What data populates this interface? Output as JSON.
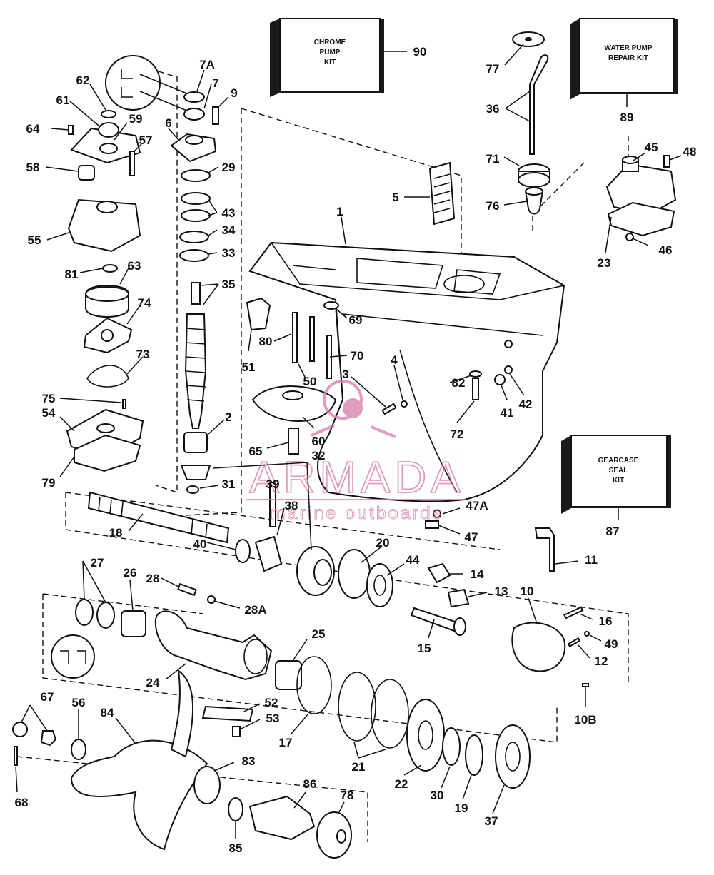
{
  "kits": {
    "chrome_pump": [
      "CHROME",
      "PUMP",
      "KIT"
    ],
    "water_pump": [
      "WATER PUMP",
      "REPAIR KIT"
    ],
    "gearcase_seal": [
      "GEARCASE",
      "SEAL",
      "KIT"
    ]
  },
  "watermark": {
    "brand": "ARMADA",
    "tagline": "marine outboards",
    "color": "#d77aa6"
  },
  "callouts": {
    "c90": "90",
    "c89": "89",
    "c87": "87",
    "c77": "77",
    "c36": "36",
    "c71": "71",
    "c76": "76",
    "c45": "45",
    "c48": "48",
    "c23": "23",
    "c46": "46",
    "c5": "5",
    "c1": "1",
    "c7A": "7A",
    "c7": "7",
    "c9": "9",
    "c62": "62",
    "c61": "61",
    "c59": "59",
    "c64": "64",
    "c6": "6",
    "c57": "57",
    "c58": "58",
    "c29": "29",
    "c43": "43",
    "c34": "34",
    "c33": "33",
    "c55": "55",
    "c81": "81",
    "c63": "63",
    "c35": "35",
    "c74": "74",
    "c73": "73",
    "c51": "51",
    "c80": "80",
    "c69": "69",
    "c70": "70",
    "c50": "50",
    "c4": "4",
    "c3": "3",
    "c82": "82",
    "c41": "41",
    "c42": "42",
    "c72": "72",
    "c75": "75",
    "c54": "54",
    "c79": "79",
    "c2": "2",
    "c60": "60",
    "c65": "65",
    "c32": "32",
    "c31": "31",
    "c39": "39",
    "c38": "38",
    "c47A": "47A",
    "c47": "47",
    "c18": "18",
    "c40": "40",
    "c20": "20",
    "c44": "44",
    "c11": "11",
    "c27": "27",
    "c26": "26",
    "c28": "28",
    "c28A": "28A",
    "c14": "14",
    "c13": "13",
    "c10": "10",
    "c16": "16",
    "c49": "49",
    "c12": "12",
    "c15": "15",
    "c25": "25",
    "c24": "24",
    "c52": "52",
    "c53": "53",
    "c17": "17",
    "c10B": "10B",
    "c67": "67",
    "c56": "56",
    "c84": "84",
    "c83": "83",
    "c21": "21",
    "c22": "22",
    "c30": "30",
    "c19": "19",
    "c37": "37",
    "c68": "68",
    "c86": "86",
    "c78": "78",
    "c85": "85"
  }
}
